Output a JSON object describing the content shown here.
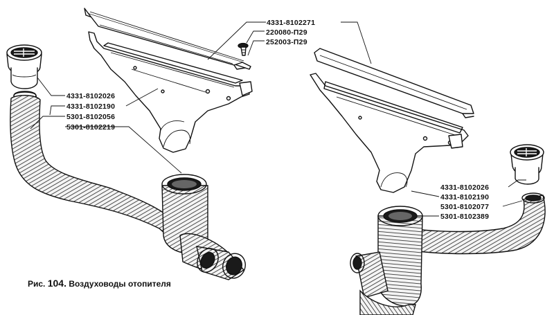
{
  "caption": {
    "prefix": "Рис.",
    "number": "104.",
    "text": "Воздуховоды отопителя"
  },
  "labels": {
    "l_4331_8102271": "4331-8102271",
    "l_220080_p29": "220080-П29",
    "l_252003_p29": "252003-П29",
    "l_4331_8102026": "4331-8102026",
    "l_4331_8102190": "4331-8102190",
    "l_5301_8102056": "5301-8102056",
    "l_5301_8102219": "5301-8102219",
    "r_4331_8102026": "4331-8102026",
    "r_4331_8102190": "4331-8102190",
    "r_5301_8102077": "5301-8102077",
    "r_5301_8102389": "5301-8102389"
  }
}
